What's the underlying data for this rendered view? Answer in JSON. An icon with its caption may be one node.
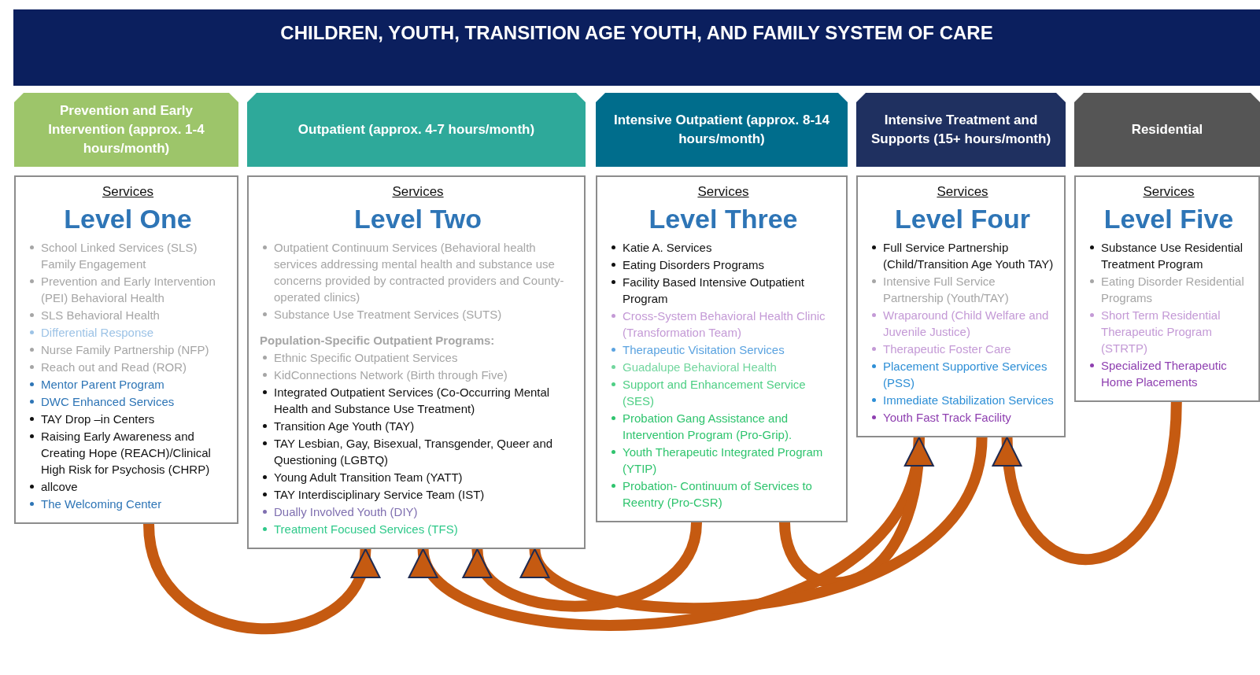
{
  "diagram": {
    "title": "CHILDREN, YOUTH, TRANSITION AGE YOUTH, AND FAMILY SYSTEM OF CARE",
    "nodes": [
      {
        "text": [
          "Prevention and Early Intervention (approx. 1-4 hours/month)"
        ]
      },
      {
        "text": [
          "Services",
          "Level One",
          "School Linked Services (SLS) Family Engagement",
          "Prevention and Early Intervention (PEI) Behavioral Health",
          "SLS Behavioral Health",
          "Differential Response",
          "Nurse Family Partnership (NFP)",
          "Reach out and Read (ROR)",
          "Mentor Parent Program",
          "DWC Enhanced Services",
          "TAY Drop –in Centers",
          "Raising Early Awareness and Creating Hope (REACH)/Clinical High Risk for Psychosis (CHRP)",
          "allcove",
          "The Welcoming Center"
        ]
      },
      {
        "text": [
          "Outpatient (approx. 4-7 hours/month)"
        ]
      },
      {
        "text": [
          "Services",
          "Level Two",
          "Outpatient Continuum Services (Behavioral health services addressing mental health and substance use concerns provided by contracted providers and County-operated clinics)",
          "Substance Use Treatment Services  (SUTS)",
          "Population-Specific Outpatient Programs:",
          "Ethnic Specific Outpatient Services",
          "KidConnections Network (Birth through Five)",
          "Integrated Outpatient Services (Co-Occurring Mental Health and Substance Use Treatment)",
          "Transition Age Youth (TAY)",
          "TAY Lesbian, Gay, Bisexual, Transgender, Queer and Questioning (LGBTQ)",
          "Young Adult Transition Team (YATT)",
          "TAY Interdisciplinary Service Team (IST)",
          "Dually Involved Youth (DIY)",
          "Treatment Focused Services (TFS)"
        ]
      },
      {
        "text": [
          "Intensive Outpatient (approx. 8-14 hours/month)"
        ]
      },
      {
        "text": [
          "Services",
          "Level Three",
          "Katie A. Services",
          "Eating Disorders Programs",
          "Facility Based Intensive Outpatient Program",
          "Cross-System Behavioral Health Clinic (Transformation Team)",
          "Therapeutic Visitation Services",
          "Guadalupe Behavioral Health",
          "Support and Enhancement Service (SES)",
          "Probation Gang Assistance and Intervention Program (Pro-Grip).",
          "Youth Therapeutic Integrated Program (YTIP)",
          "Probation- Continuum of Services to Reentry (Pro-CSR)"
        ]
      },
      {
        "text": [
          "Intensive Treatment and Supports (15+ hours/month)"
        ]
      },
      {
        "text": [
          "Services",
          "Level Four",
          "Full Service Partnership (Child/Transition Age Youth TAY)",
          "Intensive Full Service Partnership (Youth/TAY)",
          "Wraparound (Child Welfare and Juvenile Justice)",
          "Therapeutic Foster Care",
          "Placement Supportive Services (PSS)",
          "Immediate Stabilization Services",
          "Youth Fast Track Facility"
        ]
      },
      {
        "text": [
          "Residential"
        ]
      },
      {
        "text": [
          "Services",
          "Level Five",
          "Substance Use Residential Treatment Program",
          "Eating Disorder Residential Programs",
          "Short Term Residential Therapeutic Program (STRTP)",
          "Specialized Therapeutic Home Placements"
        ]
      }
    ],
    "edges": [
      {
        "from": 1,
        "to": 3,
        "arrow": "to"
      },
      {
        "from": 5,
        "to": 3,
        "arrow": "to"
      },
      {
        "from": 7,
        "to": 3,
        "arrow": "to"
      },
      {
        "from": 5,
        "to": 7,
        "arrow": "to"
      },
      {
        "from": 9,
        "to": 7,
        "arrow": "to"
      },
      {
        "from": 7,
        "to": 3,
        "arrow": "to"
      }
    ]
  }
}
